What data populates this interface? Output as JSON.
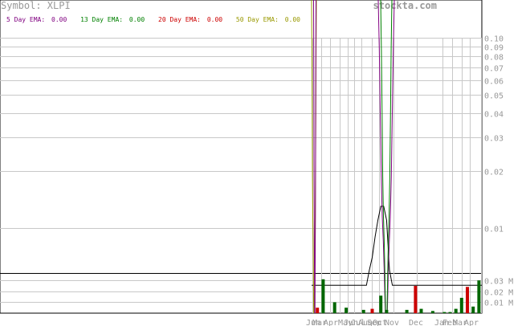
{
  "header": {
    "symbol_label": "Symbol: XLPI",
    "site": "stockta.com"
  },
  "legend": [
    {
      "label": "5 Day EMA:",
      "value": "0.00",
      "color": "#800080"
    },
    {
      "label": "13 Day EMA:",
      "value": "0.00",
      "color": "#008000"
    },
    {
      "label": "20 Day EMA:",
      "value": "0.00",
      "color": "#cc0000"
    },
    {
      "label": "50 Day EMA:",
      "value": "0.00",
      "color": "#999900"
    }
  ],
  "chart_data": {
    "type": "line",
    "title": "",
    "price_axis": {
      "scale": "log",
      "ticks": [
        "0.10",
        "0.09",
        "0.08",
        "0.07",
        "0.06",
        "0.05",
        "0.04",
        "0.03",
        "0.02",
        "0.01"
      ],
      "tick_values": [
        0.1,
        0.09,
        0.08,
        0.07,
        0.06,
        0.05,
        0.04,
        0.03,
        0.02,
        0.01
      ],
      "ylim": [
        0.0058,
        0.1
      ]
    },
    "volume_axis": {
      "ticks": [
        "0.03 M",
        "0.02 M",
        "0.01 M"
      ],
      "tick_values": [
        0.03,
        0.02,
        0.01
      ],
      "ylim": [
        0,
        0.036
      ]
    },
    "x_labels": [
      "Jun",
      "Mar",
      "Apr",
      "May",
      "Jun",
      "Jul",
      "Aug",
      "Sep",
      "Oct",
      "Nov",
      "Dec",
      "Jan",
      "Feb",
      "Mar",
      "Apr"
    ],
    "x_label_text": [
      "Jun",
      "Mar",
      "Apr",
      "May",
      "Jun",
      "Jul",
      "Aug",
      "Sep",
      "Oct",
      "Nov",
      "Dec",
      "Jan",
      "Feb",
      "Mar",
      "Apr"
    ],
    "grid": true,
    "price_series": [
      0.005,
      0.005,
      0.005,
      0.005,
      0.005,
      0.005,
      0.005,
      0.005,
      0.005,
      0.005,
      0.005,
      0.005,
      0.005,
      0.005,
      0.005,
      0.005,
      0.005,
      0.005,
      0.005,
      0.005,
      0.006,
      0.007,
      0.009,
      0.011,
      0.013,
      0.013,
      0.011,
      0.006,
      0.005,
      0.005,
      0.005,
      0.005,
      0.005,
      0.005,
      0.005,
      0.005,
      0.005,
      0.005,
      0.005,
      0.005,
      0.005,
      0.005,
      0.005,
      0.005,
      0.005,
      0.005,
      0.005,
      0.005,
      0.005,
      0.005,
      0.005,
      0.005,
      0.005,
      0.005,
      0.005,
      0.005,
      0.005,
      0.005,
      0.005,
      0.005
    ],
    "volume_bars": [
      {
        "idx": 2,
        "value": 0.005,
        "color": "#cc0000"
      },
      {
        "idx": 4,
        "value": 0.031,
        "color": "#006600"
      },
      {
        "idx": 8,
        "value": 0.01,
        "color": "#006600"
      },
      {
        "idx": 12,
        "value": 0.005,
        "color": "#006600"
      },
      {
        "idx": 18,
        "value": 0.003,
        "color": "#006600"
      },
      {
        "idx": 21,
        "value": 0.004,
        "color": "#cc0000"
      },
      {
        "idx": 24,
        "value": 0.016,
        "color": "#006600"
      },
      {
        "idx": 26,
        "value": 0.003,
        "color": "#006600"
      },
      {
        "idx": 33,
        "value": 0.003,
        "color": "#006600"
      },
      {
        "idx": 36,
        "value": 0.025,
        "color": "#cc0000"
      },
      {
        "idx": 38,
        "value": 0.004,
        "color": "#006600"
      },
      {
        "idx": 42,
        "value": 0.002,
        "color": "#006600"
      },
      {
        "idx": 46,
        "value": 0.001,
        "color": "#006600"
      },
      {
        "idx": 48,
        "value": 0.001,
        "color": "#006600"
      },
      {
        "idx": 50,
        "value": 0.004,
        "color": "#006600"
      },
      {
        "idx": 52,
        "value": 0.014,
        "color": "#006600"
      },
      {
        "idx": 54,
        "value": 0.024,
        "color": "#cc0000"
      },
      {
        "idx": 56,
        "value": 0.006,
        "color": "#006600"
      },
      {
        "idx": 58,
        "value": 0.03,
        "color": "#006600"
      }
    ]
  }
}
